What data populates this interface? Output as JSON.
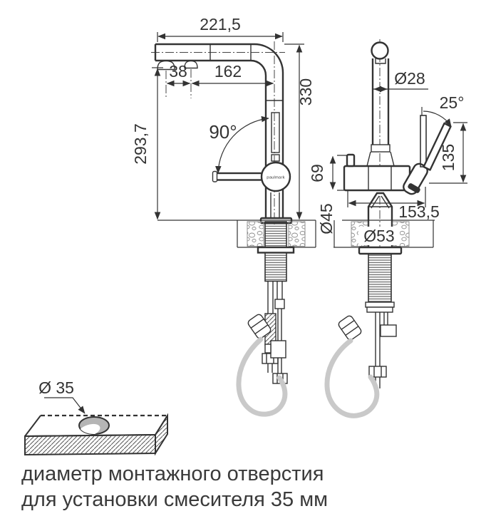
{
  "drawing_title": "faucet-installation-technical-drawing",
  "views": {
    "side": {
      "dim_total_width": "221,5",
      "dim_spray_spacing": "38",
      "dim_spout_reach": "162",
      "dim_total_height": "330",
      "dim_spout_height": "293,7",
      "angle_spout_swivel": "90°",
      "brand_logo": "paulmark"
    },
    "front": {
      "dim_pipe_diameter": "Ø28",
      "angle_handle_tilt": "25°",
      "dim_body_height": "69",
      "dim_handle_length": "135",
      "dim_column_diameter": "Ø45",
      "dim_total_depth": "153,5",
      "dim_base_diameter": "Ø53"
    },
    "mounting_hole": {
      "dim_hole_diameter": "Ø 35"
    }
  },
  "caption": {
    "line1": "диаметр монтажного отверстия",
    "line2": "для установки смесителя 35 мм"
  },
  "colors": {
    "line": "#333333",
    "hose": "#c9c9c9",
    "hole_fill": "#b5b5b5",
    "text": "#3a3a3a"
  }
}
